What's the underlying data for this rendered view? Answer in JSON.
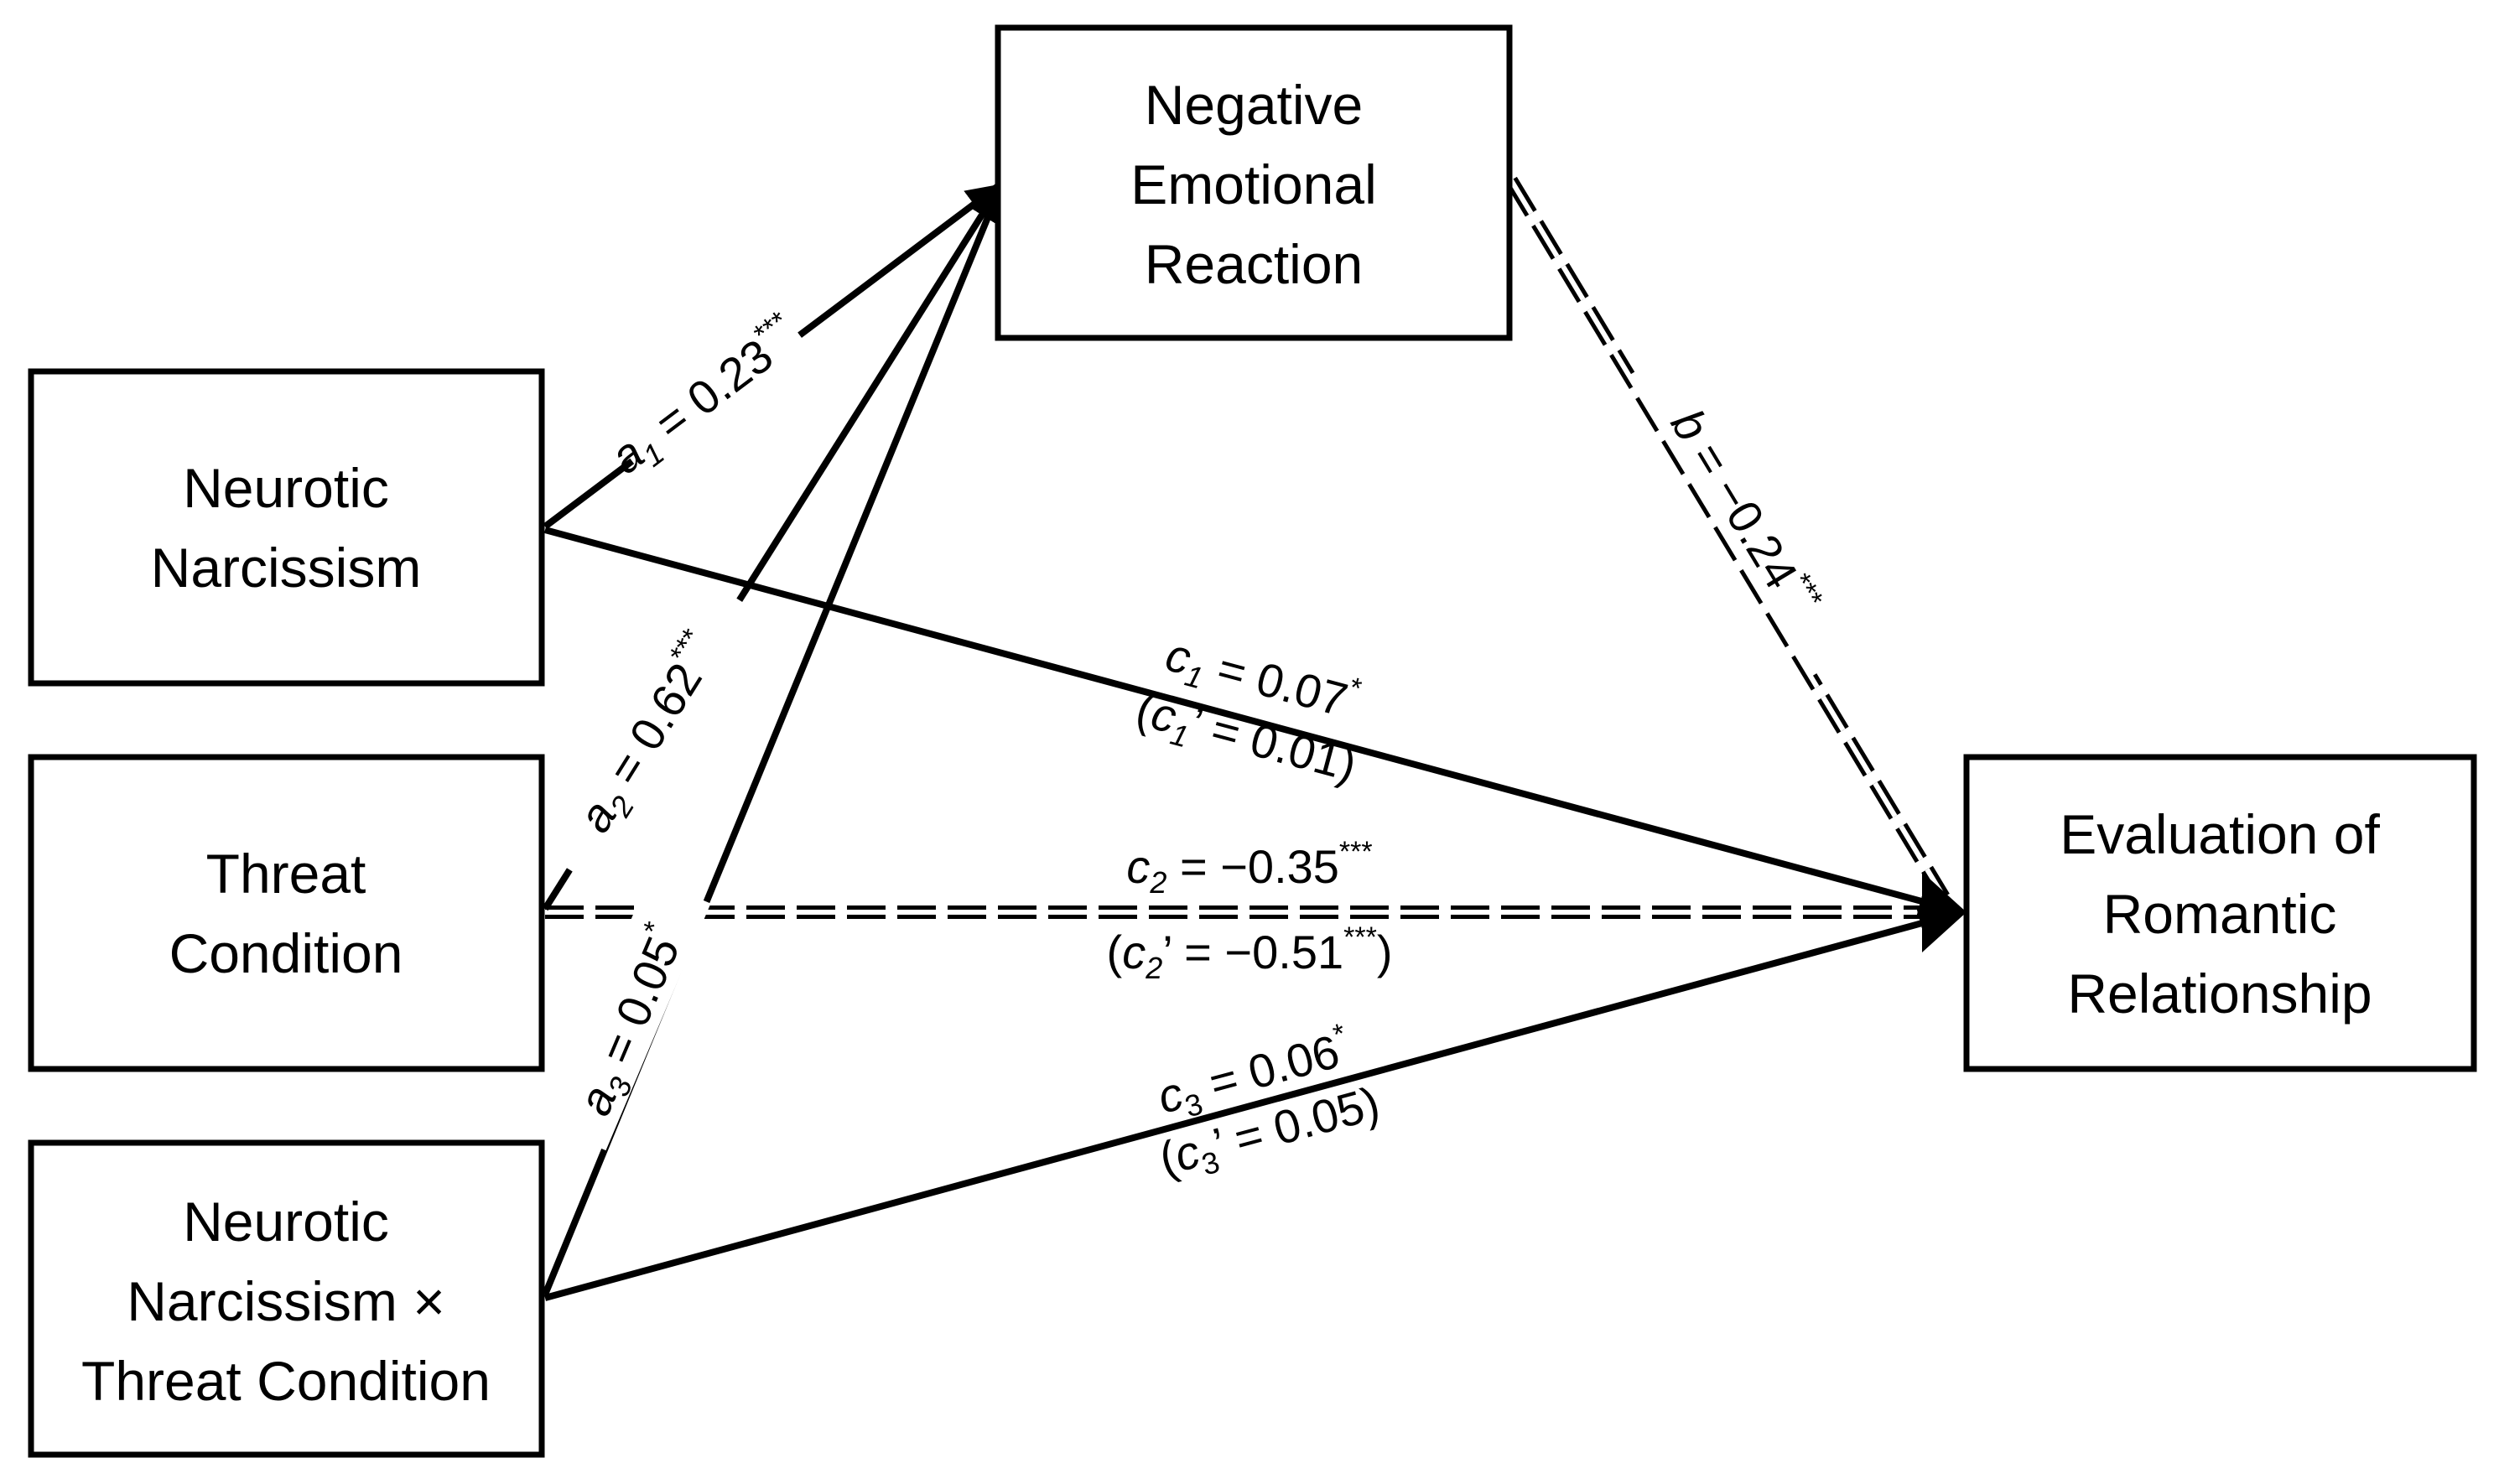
{
  "nodes": {
    "mediator": {
      "lines": [
        "Negative",
        "Emotional",
        "Reaction"
      ]
    },
    "x1": {
      "lines": [
        "Neurotic",
        "Narcissism"
      ]
    },
    "x2": {
      "lines": [
        "Threat",
        "Condition"
      ]
    },
    "x3": {
      "lines": [
        "Neurotic",
        "Narcissism ×",
        "Threat Condition"
      ]
    },
    "outcome": {
      "lines": [
        "Evaluation of",
        "Romantic",
        "Relationship"
      ]
    }
  },
  "paths": {
    "a1": {
      "letter": "a",
      "sub": "1",
      "value": " = 0.23",
      "sig": "***"
    },
    "a2": {
      "letter": "a",
      "sub": "2",
      "value": " = 0.62",
      "sig": "***"
    },
    "a3": {
      "letter": "a",
      "sub": "3",
      "value": " = 0.05",
      "sig": "*"
    },
    "b": {
      "letter": "b",
      "value": " = −0.24",
      "sig": "***"
    },
    "c1": {
      "letter": "c",
      "sub": "1",
      "value": " = 0.07",
      "sig": "*",
      "paren_open": "(",
      "prime": "’",
      "prime_value": " = 0.01)"
    },
    "c2": {
      "letter": "c",
      "sub": "2",
      "value": " = −0.35",
      "sig": "***",
      "paren_open": "(",
      "prime": "’",
      "prime_value": " = −0.51",
      "prime_sig": "***",
      "paren_close": ")"
    },
    "c3": {
      "letter": "c",
      "sub": "3",
      "value": " = 0.06",
      "sig": "*",
      "paren_open": "(",
      "prime": "’",
      "prime_value": " = 0.05)"
    }
  }
}
